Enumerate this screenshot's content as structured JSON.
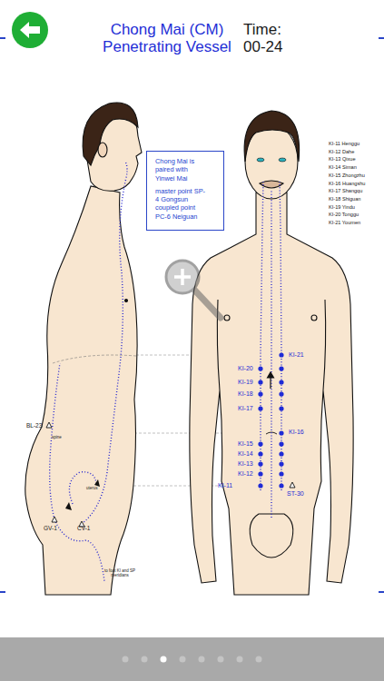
{
  "diagram": {
    "title": "Chong Mai (CM) Penetrating Vessel",
    "nodes": [
      {
        "text": [
          "Chong Mai is paired with Yinwei Mai",
          "master point SP-4 Gongsun coupled point PC-6 Neiguan"
        ]
      }
    ],
    "labels": [
      "Time: 00-24",
      "KI-11 Henggu",
      "KI-12 Dahe",
      "KI-13 Qixue",
      "KI-14 Siman",
      "KI-15 Zhongzhu",
      "KI-16 Huangshu",
      "KI-17 Shangqu",
      "KI-18 Shiguan",
      "KI-19 Yindu",
      "KI-20 Tonggu",
      "KI-21 Youmen",
      "KI-21",
      "KI-20",
      "KI-19",
      "KI-18",
      "KI-17",
      "KI-16",
      "KI-15",
      "KI-14",
      "KI-13",
      "KI-12",
      "KI-11",
      "ST-30",
      "BL-23",
      "spine",
      "uterus",
      "GV-1",
      "CV-1",
      "to foot KI and SP meridians"
    ]
  }
}
